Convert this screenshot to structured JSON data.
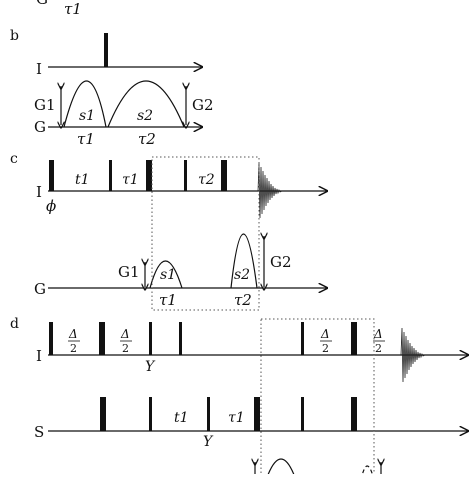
{
  "panels": {
    "top": {
      "channel_G": "G",
      "tau1": "τ1"
    },
    "b": {
      "label": "b",
      "channel_I": "I",
      "channel_G": "G",
      "G1": "G1",
      "G2": "G2",
      "s1": "s1",
      "s2": "s2",
      "tau1": "τ1",
      "tau2": "τ2"
    },
    "c": {
      "label": "c",
      "channel_I": "I",
      "phi": "ϕ",
      "t1": "t1",
      "tau1": "τ1",
      "tau2": "τ2",
      "channel_G": "G",
      "G1": "G1",
      "G2": "G2",
      "s1": "s1",
      "s2": "s2",
      "tau1_g": "τ1",
      "tau2_g": "τ2"
    },
    "d": {
      "label": "d",
      "channel_I": "I",
      "delta_num": "Δ",
      "delta_den": "2",
      "Y": "Y",
      "channel_S": "S",
      "t1": "t1",
      "tau1": "τ1",
      "Y_s": "Y"
    }
  }
}
